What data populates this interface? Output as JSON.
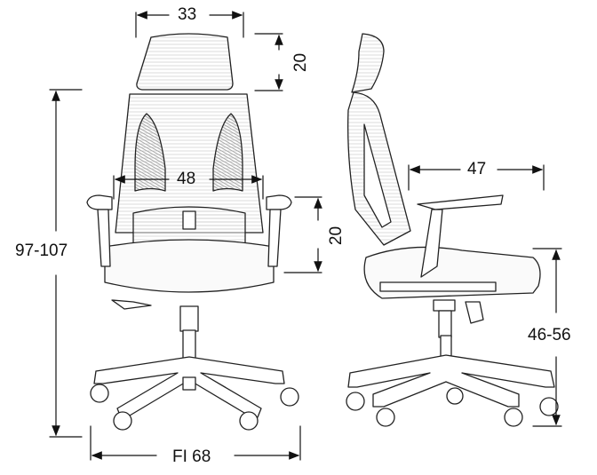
{
  "diagram": {
    "subject": "Office chair with headrest — front and side views",
    "dimensions": {
      "headrest_width": "33",
      "headrest_height": "20",
      "back_width": "48",
      "armrest_height": "20",
      "total_height": "97-107",
      "base_diameter": "FI 68",
      "seat_depth": "47",
      "seat_height": "46-56"
    },
    "colors": {
      "line": "#111111",
      "mesh": "#bdbdbd",
      "background": "#ffffff"
    }
  }
}
